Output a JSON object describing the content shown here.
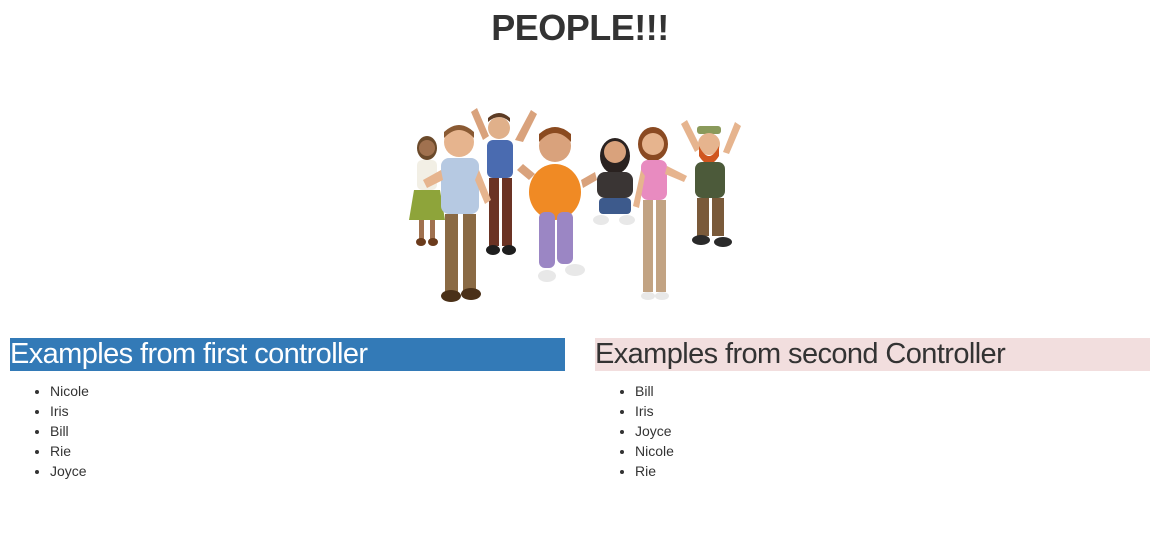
{
  "page": {
    "title": "PEOPLE!!!"
  },
  "first_controller": {
    "heading": "Examples from first controller",
    "heading_bg": "#337ab7",
    "items": [
      "Nicole",
      "Iris",
      "Bill",
      "Rie",
      "Joyce"
    ]
  },
  "second_controller": {
    "heading": "Examples from second Controller",
    "heading_bg": "#f2dede",
    "items": [
      "Bill",
      "Iris",
      "Joyce",
      "Nicole",
      "Rie"
    ]
  },
  "hero": {
    "icon": "cartoon-people-group-illustration"
  }
}
